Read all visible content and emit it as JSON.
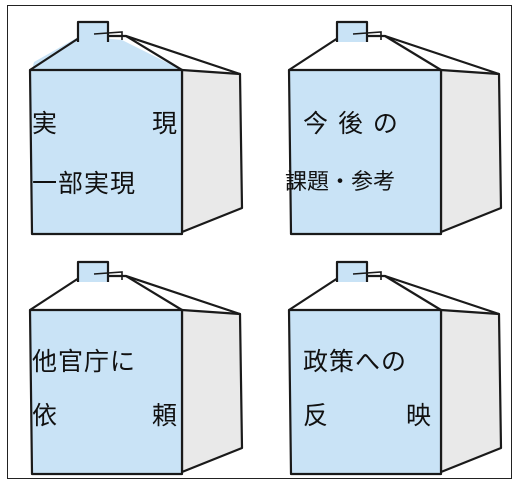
{
  "colors": {
    "front": "#c9e3f6",
    "side": "#e9e9e9",
    "outline": "#1a1a1a",
    "frame": "#222222"
  },
  "boxes": [
    {
      "id": "realized",
      "line1": [
        "実",
        "現"
      ],
      "line2": "一部実現"
    },
    {
      "id": "future",
      "line1": "今 後 の",
      "line2": "課題・参考"
    },
    {
      "id": "request",
      "line1": "他官庁に",
      "line2": [
        "依",
        "頼"
      ]
    },
    {
      "id": "policy",
      "line1": "政策への",
      "line2": [
        "反",
        "映"
      ]
    }
  ]
}
